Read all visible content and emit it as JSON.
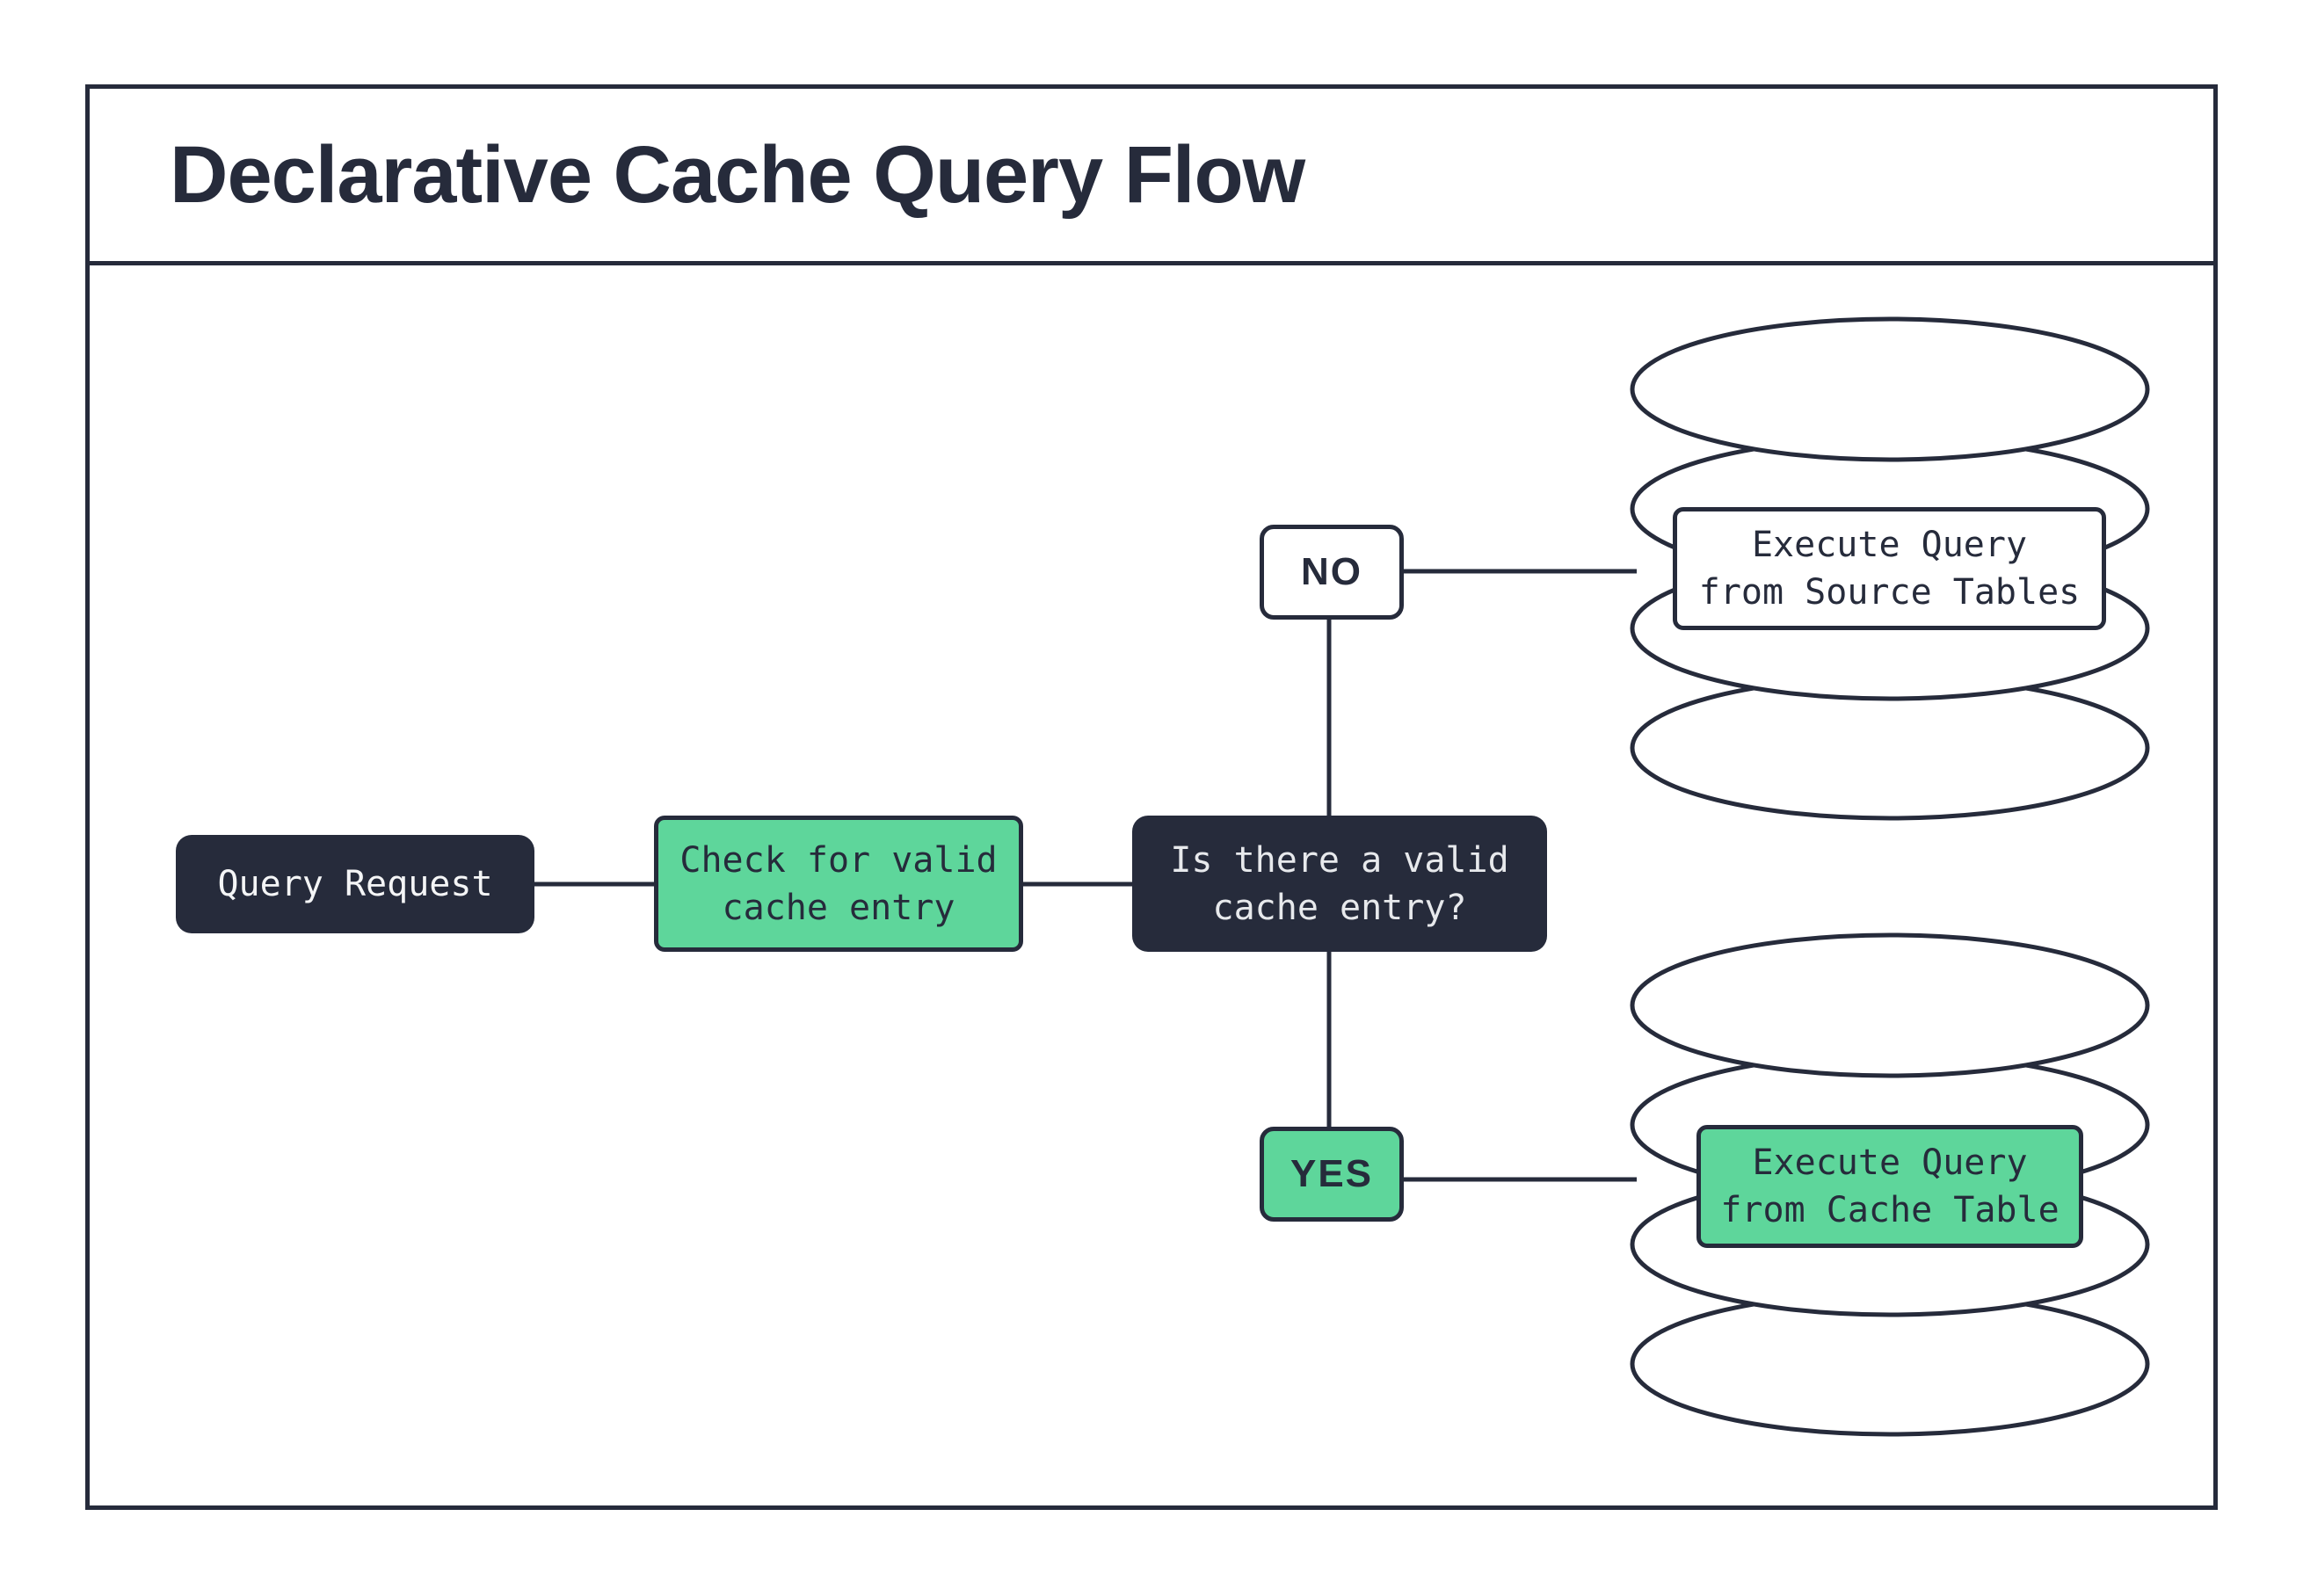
{
  "title": "Declarative Cache Query Flow",
  "colors": {
    "dark": "#262B3B",
    "green": "#5ED69B",
    "background": "#FFFFFF",
    "text_bright": "#F4F5F6",
    "text_dim": "#E7E9EC"
  },
  "nodes": {
    "query_request": {
      "label": "Query Request"
    },
    "check_cache": {
      "label": "Check for valid\ncache entry"
    },
    "decision": {
      "label": "Is there a valid\ncache entry?"
    },
    "no_branch": {
      "label": "NO"
    },
    "yes_branch": {
      "label": "YES"
    },
    "source_db": {
      "label": "Execute Query\nfrom Source Tables"
    },
    "cache_db": {
      "label": "Execute Query\nfrom Cache Table"
    }
  }
}
